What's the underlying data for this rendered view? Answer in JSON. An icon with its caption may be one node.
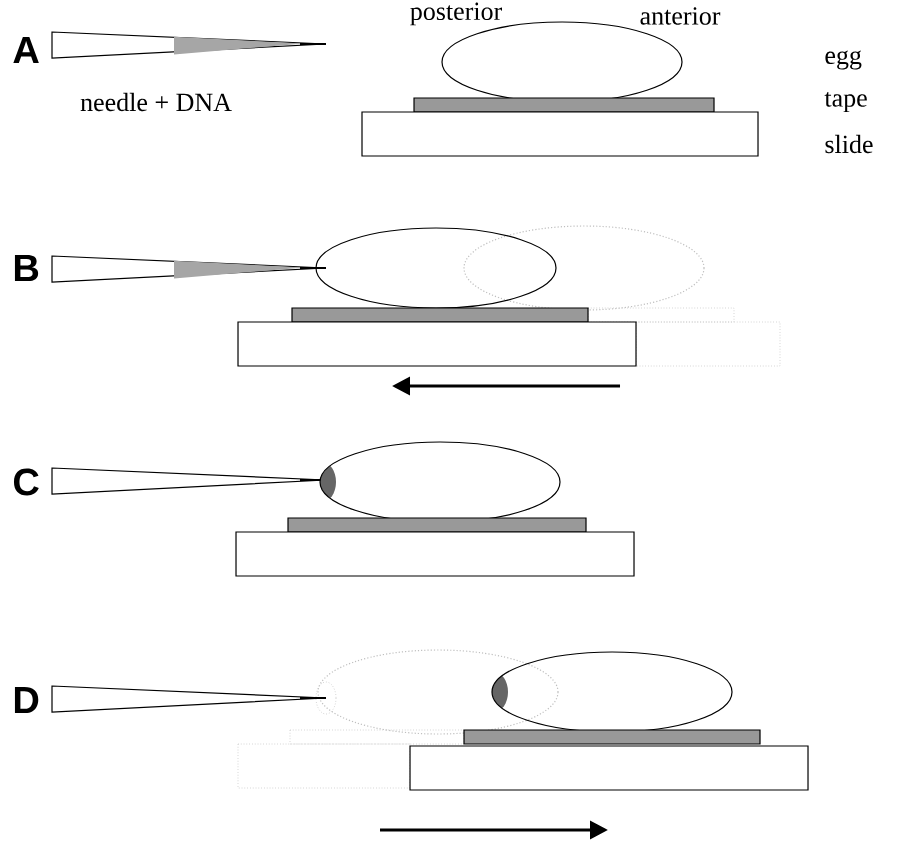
{
  "diagram": {
    "labels": [
      "A",
      "needle + DNA",
      "posterior",
      "anterior",
      "egg",
      "tape",
      "slide",
      "B",
      "C",
      "D"
    ]
  }
}
